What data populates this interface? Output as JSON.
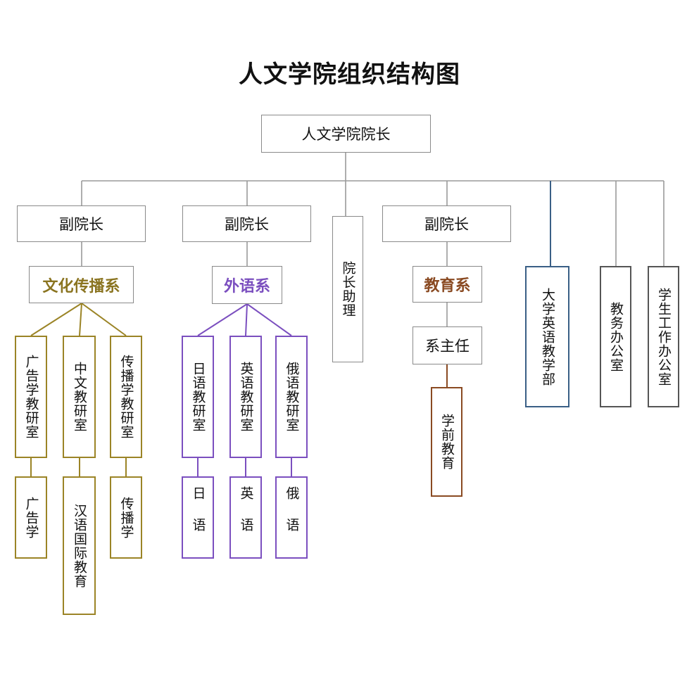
{
  "title": "人文学院组织结构图",
  "dean": "人文学院院长",
  "vice_deans": [
    "副院长",
    "副院长",
    "副院长"
  ],
  "assistant": "院长助理",
  "departments": {
    "culture": "文化传播系",
    "foreign": "外语系",
    "education": "教育系"
  },
  "culture_offices": [
    "广告学教研室",
    "中文教研室",
    "传播学教研室"
  ],
  "culture_majors": [
    "广告学",
    "汉语国际教育",
    "传播学"
  ],
  "foreign_offices": [
    "日语教研室",
    "英语教研室",
    "俄语教研室"
  ],
  "foreign_majors": [
    "日语",
    "英语",
    "俄语"
  ],
  "edu_director": "系主任",
  "edu_major": "学前教育",
  "units": [
    "大学英语教学部",
    "教务办公室",
    "学生工作办公室"
  ],
  "colors": {
    "gray": "#8a8a8a",
    "culture": "#9b8426",
    "foreign": "#7b4fbf",
    "education": "#8a4a22",
    "english_dept": "#3a5f86"
  }
}
